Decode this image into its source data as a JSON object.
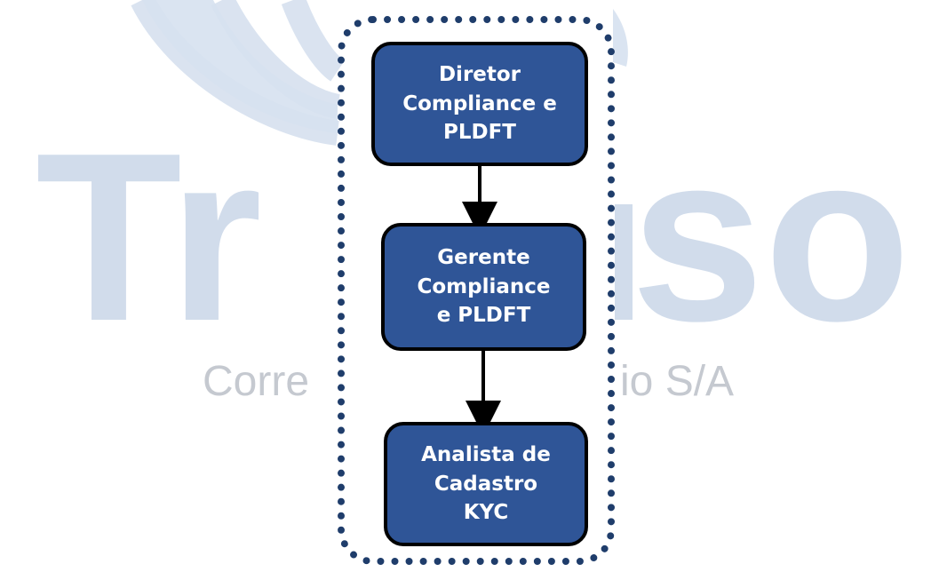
{
  "watermark": {
    "brand_text": "Tr    so",
    "tagline": "Corre                       o S/A",
    "color": "#c9d6e8"
  },
  "colors": {
    "frame": "#1f3d6b",
    "node_fill": "#2f5597",
    "node_border": "#000000",
    "node_text": "#ffffff",
    "arrow": "#000000"
  },
  "nodes": [
    {
      "lines": [
        "Diretor",
        "Compliance e",
        "PLDFT"
      ]
    },
    {
      "lines": [
        "Gerente",
        "Compliance",
        "e PLDFT"
      ]
    },
    {
      "lines": [
        "Analista de",
        "Cadastro",
        "KYC"
      ]
    }
  ]
}
